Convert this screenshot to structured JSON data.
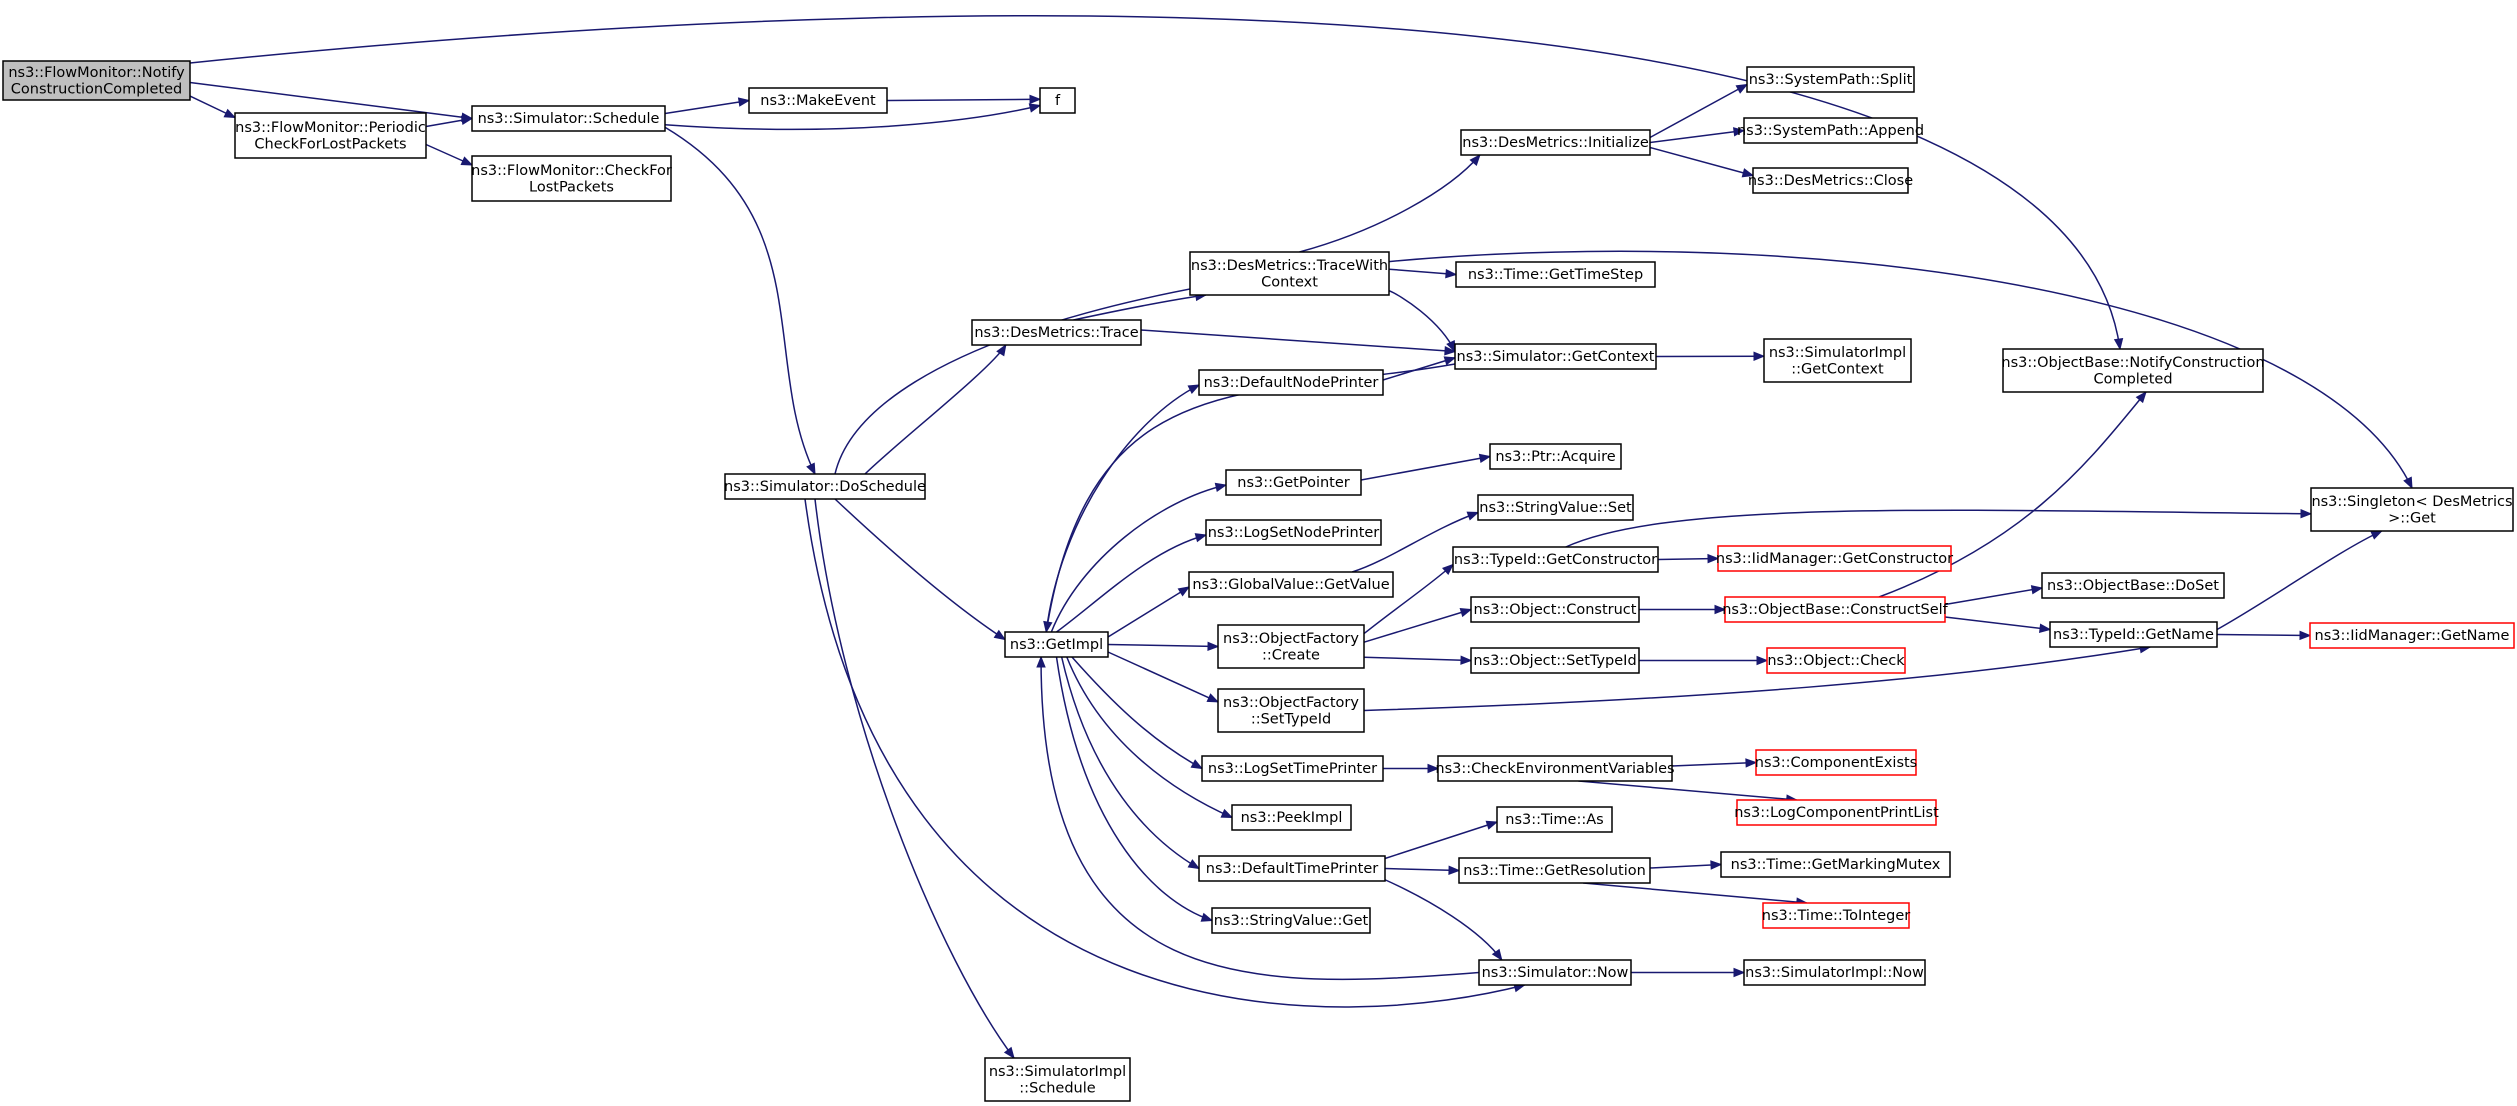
{
  "graph": {
    "nodes": [
      {
        "id": "n0",
        "lines": [
          "ns3::FlowMonitor::Notify",
          "ConstructionCompleted"
        ],
        "style": "grey"
      },
      {
        "id": "n1",
        "lines": [
          "ns3::FlowMonitor::Periodic",
          "CheckForLostPackets"
        ],
        "style": "normal"
      },
      {
        "id": "n2",
        "lines": [
          "ns3::Simulator::Schedule"
        ],
        "style": "normal"
      },
      {
        "id": "n3",
        "lines": [
          "ns3::FlowMonitor::CheckFor",
          "LostPackets"
        ],
        "style": "normal"
      },
      {
        "id": "n4",
        "lines": [
          "ns3::MakeEvent"
        ],
        "style": "normal"
      },
      {
        "id": "n5",
        "lines": [
          "f"
        ],
        "style": "normal"
      },
      {
        "id": "n6",
        "lines": [
          "ns3::Simulator::DoSchedule"
        ],
        "style": "normal"
      },
      {
        "id": "n7",
        "lines": [
          "ns3::DesMetrics::Trace"
        ],
        "style": "normal"
      },
      {
        "id": "n8",
        "lines": [
          "ns3::GetImpl"
        ],
        "style": "normal"
      },
      {
        "id": "n9",
        "lines": [
          "ns3::SimulatorImpl",
          "::Schedule"
        ],
        "style": "normal"
      },
      {
        "id": "n10",
        "lines": [
          "ns3::DesMetrics::TraceWith",
          "Context"
        ],
        "style": "normal"
      },
      {
        "id": "n11",
        "lines": [
          "ns3::DefaultNodePrinter"
        ],
        "style": "normal"
      },
      {
        "id": "n12",
        "lines": [
          "ns3::GetPointer"
        ],
        "style": "normal"
      },
      {
        "id": "n13",
        "lines": [
          "ns3::LogSetNodePrinter"
        ],
        "style": "normal"
      },
      {
        "id": "n14",
        "lines": [
          "ns3::GlobalValue::GetValue"
        ],
        "style": "normal"
      },
      {
        "id": "n15",
        "lines": [
          "ns3::ObjectFactory",
          "::Create"
        ],
        "style": "normal"
      },
      {
        "id": "n16",
        "lines": [
          "ns3::ObjectFactory",
          "::SetTypeId"
        ],
        "style": "normal"
      },
      {
        "id": "n17",
        "lines": [
          "ns3::LogSetTimePrinter"
        ],
        "style": "normal"
      },
      {
        "id": "n18",
        "lines": [
          "ns3::PeekImpl"
        ],
        "style": "normal"
      },
      {
        "id": "n19",
        "lines": [
          "ns3::DefaultTimePrinter"
        ],
        "style": "normal"
      },
      {
        "id": "n20",
        "lines": [
          "ns3::StringValue::Get"
        ],
        "style": "normal"
      },
      {
        "id": "n21",
        "lines": [
          "ns3::DesMetrics::Initialize"
        ],
        "style": "normal"
      },
      {
        "id": "n22",
        "lines": [
          "ns3::Time::GetTimeStep"
        ],
        "style": "normal"
      },
      {
        "id": "n23",
        "lines": [
          "ns3::Simulator::GetContext"
        ],
        "style": "normal"
      },
      {
        "id": "n24",
        "lines": [
          "ns3::Ptr::Acquire"
        ],
        "style": "normal"
      },
      {
        "id": "n25",
        "lines": [
          "ns3::StringValue::Set"
        ],
        "style": "normal"
      },
      {
        "id": "n26",
        "lines": [
          "ns3::TypeId::GetConstructor"
        ],
        "style": "normal"
      },
      {
        "id": "n27",
        "lines": [
          "ns3::Object::Construct"
        ],
        "style": "normal"
      },
      {
        "id": "n28",
        "lines": [
          "ns3::Object::SetTypeId"
        ],
        "style": "normal"
      },
      {
        "id": "n29",
        "lines": [
          "ns3::CheckEnvironmentVariables"
        ],
        "style": "normal"
      },
      {
        "id": "n30",
        "lines": [
          "ns3::Time::As"
        ],
        "style": "normal"
      },
      {
        "id": "n31",
        "lines": [
          "ns3::Time::GetResolution"
        ],
        "style": "normal"
      },
      {
        "id": "n32",
        "lines": [
          "ns3::Simulator::Now"
        ],
        "style": "normal"
      },
      {
        "id": "n33",
        "lines": [
          "ns3::SystemPath::Split"
        ],
        "style": "normal"
      },
      {
        "id": "n34",
        "lines": [
          "ns3::SystemPath::Append"
        ],
        "style": "normal"
      },
      {
        "id": "n35",
        "lines": [
          "ns3::DesMetrics::Close"
        ],
        "style": "normal"
      },
      {
        "id": "n36",
        "lines": [
          "ns3::SimulatorImpl",
          "::GetContext"
        ],
        "style": "normal"
      },
      {
        "id": "n37",
        "lines": [
          "ns3::IidManager::GetConstructor"
        ],
        "style": "red"
      },
      {
        "id": "n38",
        "lines": [
          "ns3::ObjectBase::ConstructSelf"
        ],
        "style": "red"
      },
      {
        "id": "n39",
        "lines": [
          "ns3::Object::Check"
        ],
        "style": "red"
      },
      {
        "id": "n40",
        "lines": [
          "ns3::ComponentExists"
        ],
        "style": "red"
      },
      {
        "id": "n41",
        "lines": [
          "ns3::LogComponentPrintList"
        ],
        "style": "red"
      },
      {
        "id": "n42",
        "lines": [
          "ns3::Time::GetMarkingMutex"
        ],
        "style": "normal"
      },
      {
        "id": "n43",
        "lines": [
          "ns3::Time::ToInteger"
        ],
        "style": "red"
      },
      {
        "id": "n44",
        "lines": [
          "ns3::SimulatorImpl::Now"
        ],
        "style": "normal"
      },
      {
        "id": "n45",
        "lines": [
          "ns3::ObjectBase::NotifyConstruction",
          "Completed"
        ],
        "style": "normal"
      },
      {
        "id": "n46",
        "lines": [
          "ns3::ObjectBase::DoSet"
        ],
        "style": "normal"
      },
      {
        "id": "n47",
        "lines": [
          "ns3::TypeId::GetName"
        ],
        "style": "normal"
      },
      {
        "id": "n48",
        "lines": [
          "ns3::Singleton< DesMetrics",
          " >::Get"
        ],
        "style": "normal"
      },
      {
        "id": "n49",
        "lines": [
          "ns3::IidManager::GetName"
        ],
        "style": "red"
      }
    ],
    "colors": {
      "edge": "#191970",
      "border": "#000000",
      "missing_border": "#ff0000",
      "root_fill": "#bfbfbf",
      "fill": "#ffffff"
    }
  }
}
